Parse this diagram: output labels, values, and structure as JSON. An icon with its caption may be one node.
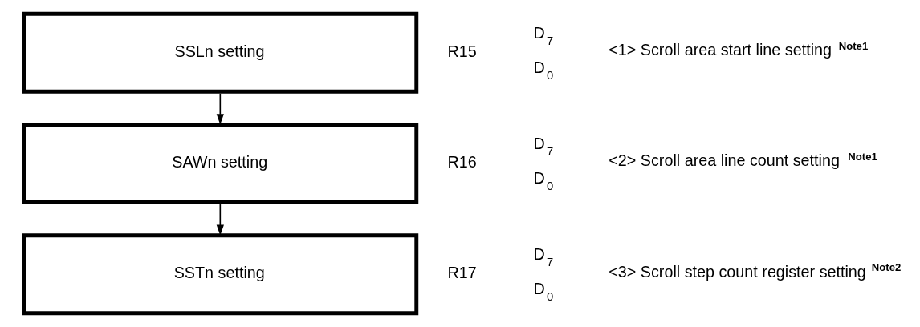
{
  "diagram": {
    "nodes": [
      {
        "text": [
          "SSLn setting"
        ],
        "beside": [
          "R15",
          "D$_{7}$",
          "D$_{0}$",
          "<1> Scroll area start line setting $^{Note1}$"
        ]
      },
      {
        "text": [
          "SAWn setting"
        ],
        "beside": [
          "R16",
          "D$_{7}$",
          "D$_{0}$",
          "<2> Scroll area line count setting $^{Note1}$"
        ]
      },
      {
        "text": [
          "SSTn setting"
        ],
        "beside": [
          "R17",
          "D$_{7}$",
          "D$_{0}$",
          "<3> Scroll step count register setting $^{Note2}$"
        ]
      }
    ],
    "edges": [
      {
        "from": 0,
        "to": 1,
        "arrow": "to"
      },
      {
        "from": 1,
        "to": 2,
        "arrow": "to"
      }
    ]
  }
}
